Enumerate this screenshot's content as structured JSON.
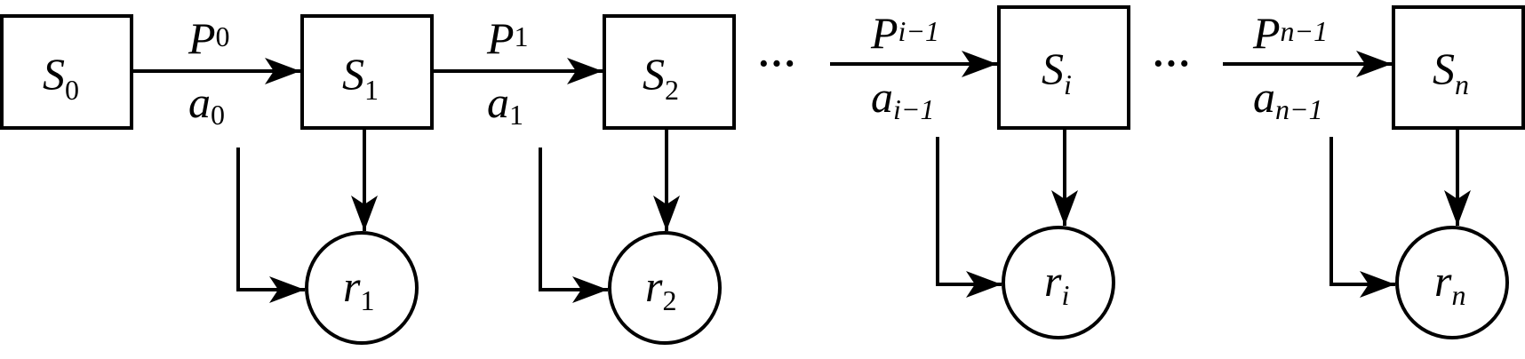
{
  "states": [
    {
      "main": "S",
      "sub": "0"
    },
    {
      "main": "S",
      "sub": "1"
    },
    {
      "main": "S",
      "sub": "2"
    },
    {
      "main": "S",
      "sub": "i"
    },
    {
      "main": "S",
      "sub": "n"
    }
  ],
  "rewards": [
    {
      "main": "r",
      "sub": "1"
    },
    {
      "main": "r",
      "sub": "2"
    },
    {
      "main": "r",
      "sub": "i"
    },
    {
      "main": "r",
      "sub": "n"
    }
  ],
  "transitions": [
    {
      "p_main": "P",
      "p_sub": "0",
      "a_main": "a",
      "a_sub": "0"
    },
    {
      "p_main": "P",
      "p_sub": "1",
      "a_main": "a",
      "a_sub": "1"
    },
    {
      "p_main": "P",
      "p_sub": "i−1",
      "a_main": "a",
      "a_sub": "i−1"
    },
    {
      "p_main": "P",
      "p_sub": "n−1",
      "a_main": "a",
      "a_sub": "n−1"
    }
  ],
  "ellipsis": "···",
  "colors": {
    "stroke": "#000000",
    "background": "#ffffff"
  }
}
